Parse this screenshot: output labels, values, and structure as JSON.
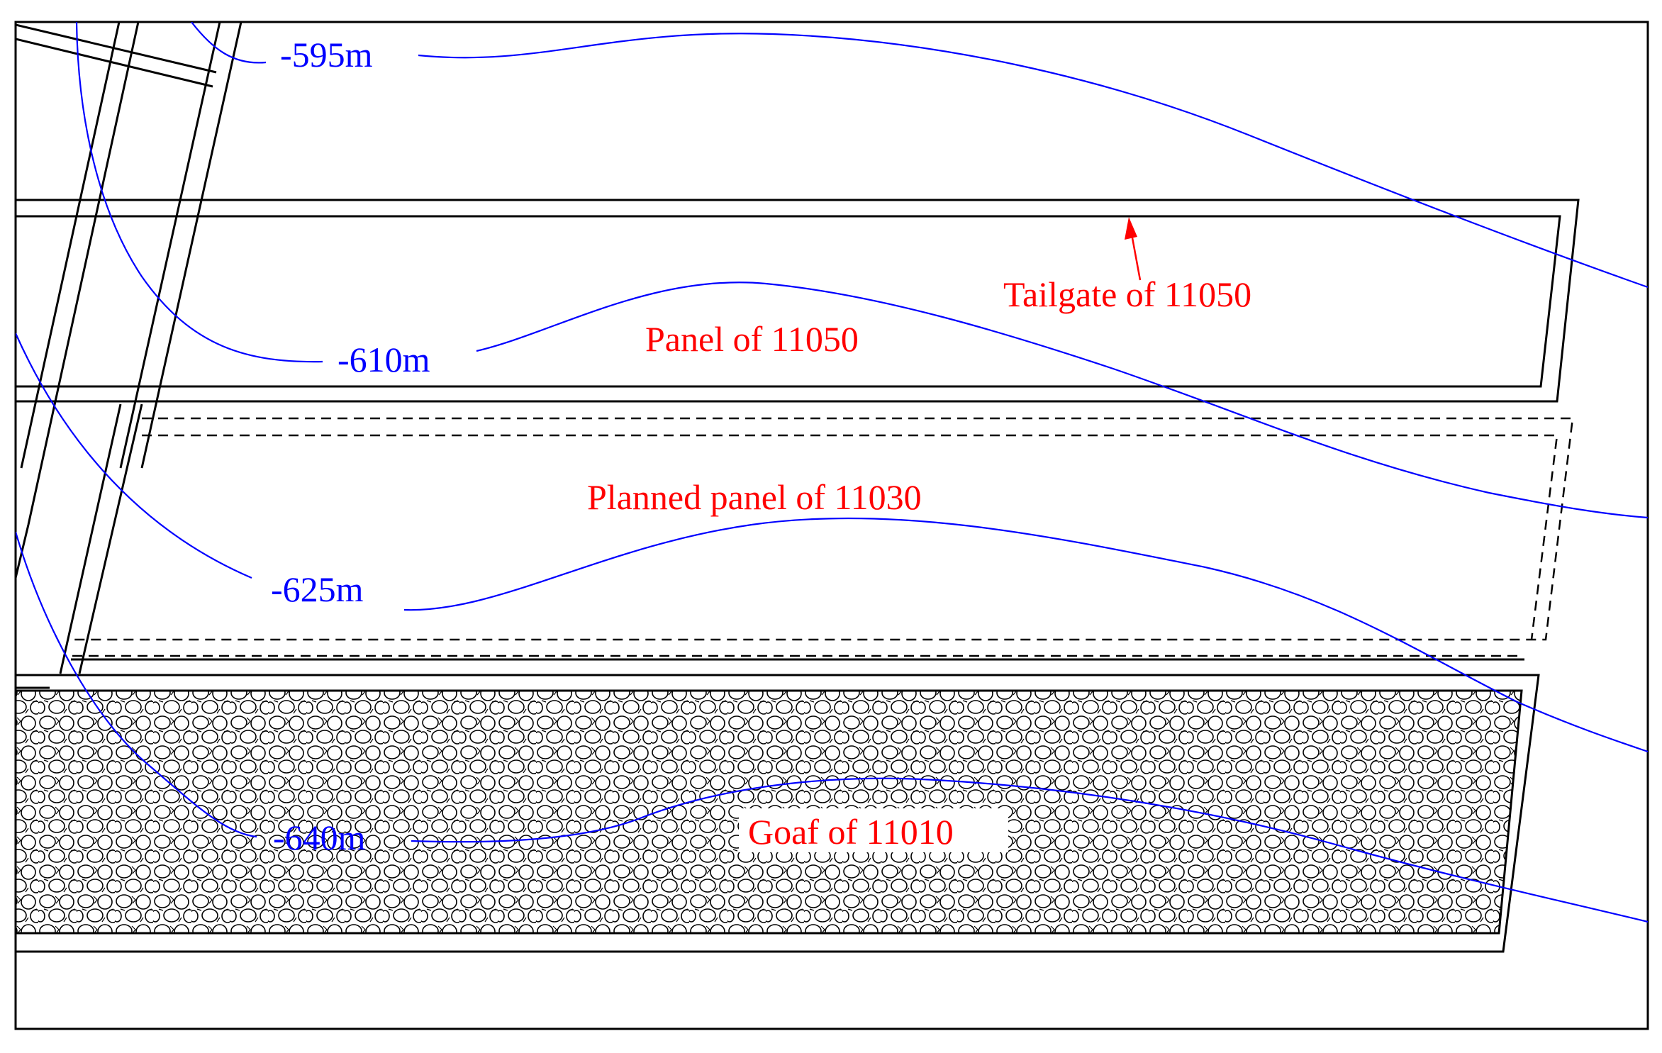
{
  "contours": [
    {
      "label": "-595m",
      "color": "#0000ff"
    },
    {
      "label": "-610m",
      "color": "#0000ff"
    },
    {
      "label": "-625m",
      "color": "#0000ff"
    },
    {
      "label": "-640m",
      "color": "#0000ff"
    }
  ],
  "annotations": {
    "tailgate": "Tailgate of 11050",
    "panel": "Panel of 11050",
    "planned": "Planned panel of 11030",
    "goaf": "Goaf of 11010"
  },
  "colors": {
    "annotation": "#ff0000",
    "contour": "#0000ff",
    "outline": "#000000",
    "background": "#ffffff"
  }
}
